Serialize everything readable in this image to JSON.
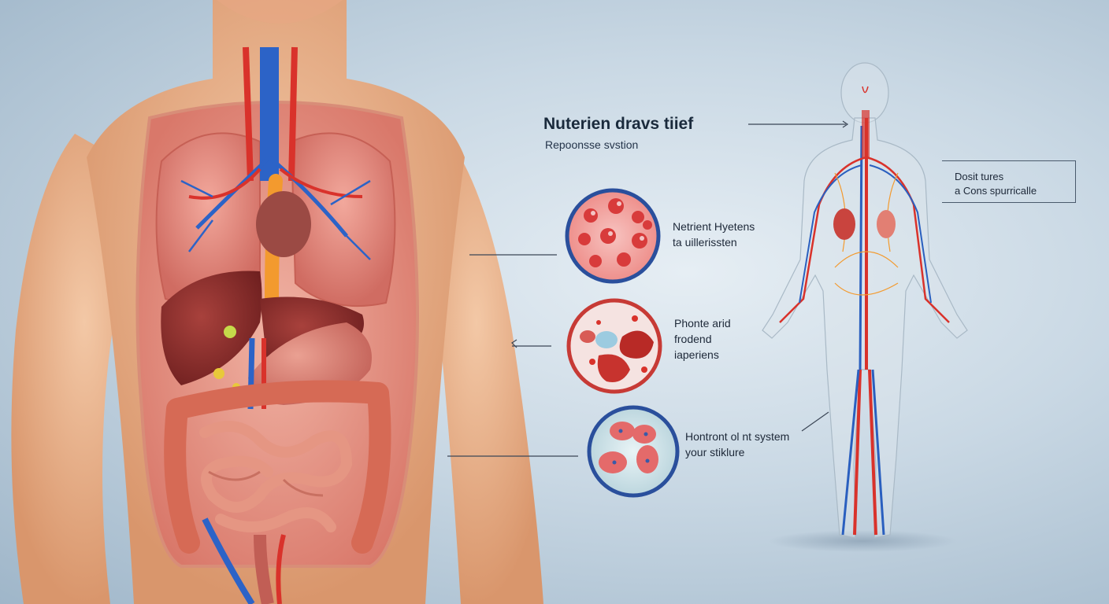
{
  "header": {
    "title": "Nuterien dravs tiief",
    "subtitle": "Repoonsse svstion"
  },
  "callouts": [
    {
      "line1": "Netrient Hyetens",
      "line2": "ta uillerissten",
      "line3": ""
    },
    {
      "line1": "Phonte arid",
      "line2": "frodend",
      "line3": "iaperiens"
    },
    {
      "line1": "Hontront ol nt system",
      "line2": "your stiklure",
      "line3": ""
    }
  ],
  "side_box": {
    "line1": "Dosit tures",
    "line2": "a Cons spurricalle"
  },
  "colors": {
    "background": "#c9d8e4",
    "skin": "#e8b38e",
    "organ_red": "#c9534c",
    "artery": "#d9322b",
    "vein": "#2a5fbf",
    "circle_border_blue": "#2a4f9c",
    "circle_border_red": "#c73a35"
  }
}
